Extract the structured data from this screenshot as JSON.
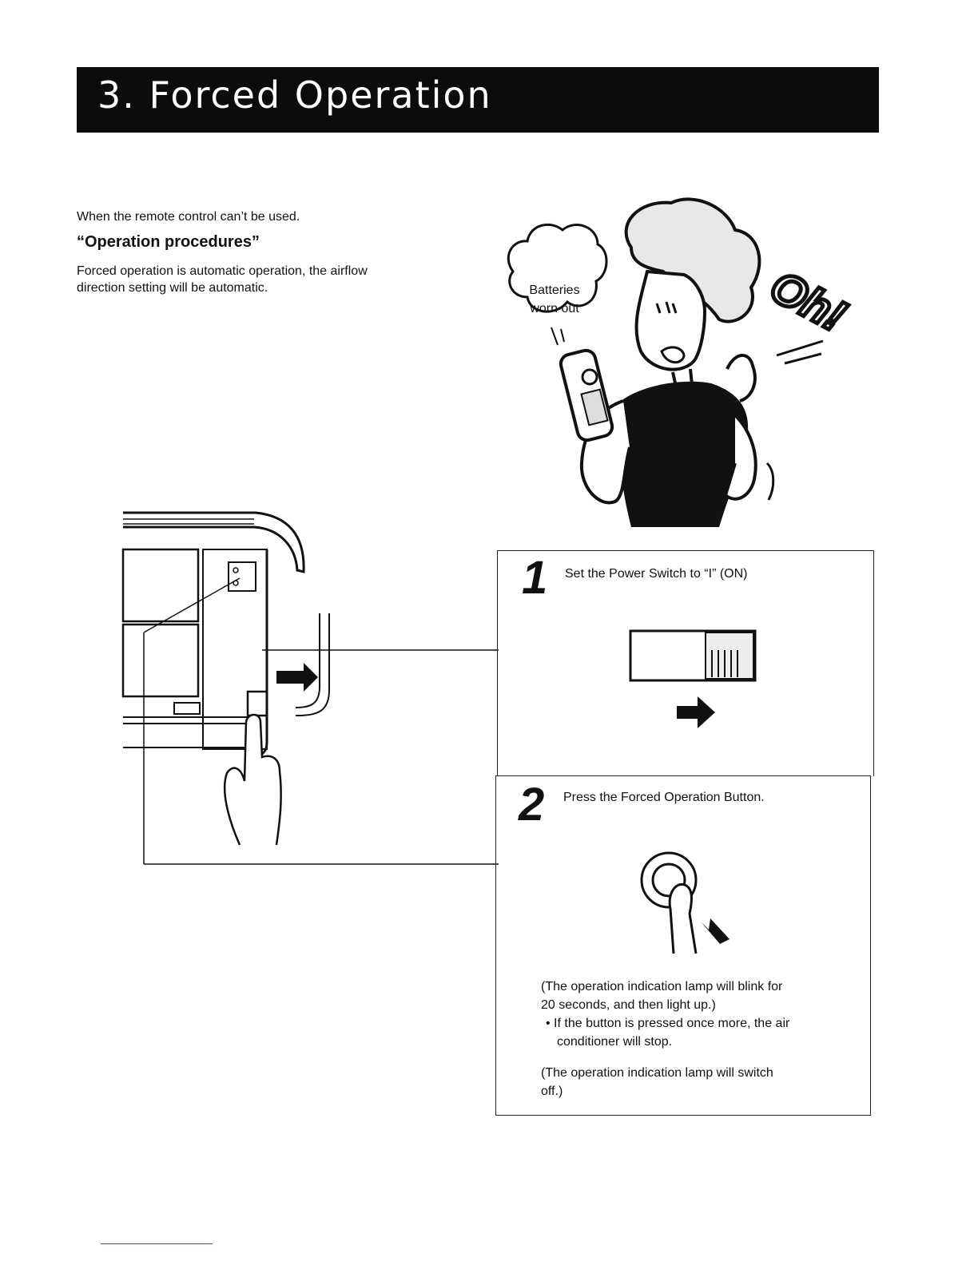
{
  "header": {
    "title": "3.  Forced Operation"
  },
  "intro": {
    "text": "When the remote control can’t be used."
  },
  "procedures": {
    "heading": "“Operation procedures”",
    "lines": [
      "Forced operation is automatic operation, the airflow",
      "direction setting will be automatic."
    ]
  },
  "illustration": {
    "bubble_lines": [
      "Batteries",
      "worn out"
    ],
    "exclamation": "Oh!"
  },
  "steps": [
    {
      "number": "1",
      "text": "Set the Power Switch to “I” (ON)"
    },
    {
      "number": "2",
      "text": "Press the Forced Operation Button."
    }
  ],
  "notes": {
    "lamp_blink": [
      "(The operation indication lamp will blink for",
      "20 seconds, and then light up.)"
    ],
    "bullet": [
      "• If the button is pressed once more, the air",
      "conditioner will stop."
    ],
    "lamp_off": [
      "(The operation indication lamp will switch",
      "off.)"
    ]
  }
}
